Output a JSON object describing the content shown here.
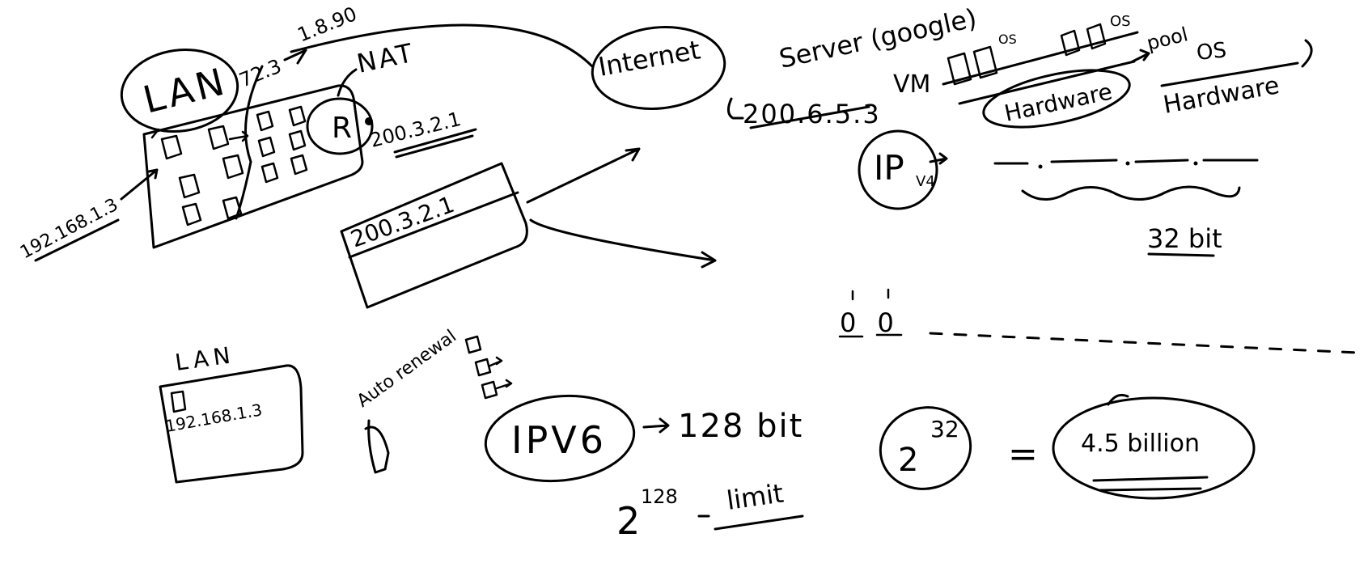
{
  "canvas": {
    "background": "#ffffff",
    "ink_color": "#000000"
  },
  "labels": {
    "lan_top": "LAN",
    "ip_top": "1.8.90",
    "ip_partial": "72.3",
    "nat": "NAT",
    "router": "R",
    "router_ip": "200.3.2.1",
    "lan_ip_left": "192.168.1.3",
    "internet": "Internet",
    "nat_table_ip": "200.3.2.1",
    "server": "Server (google)",
    "server_ip": "200.6.5.3",
    "vm": "VM",
    "vm_os_small": "OS",
    "vm_os_right": "OS",
    "hardware_circled": "Hardware",
    "pool": "pool",
    "os": "OS",
    "hardware_right": "Hardware",
    "ipv4": "IP",
    "ipv4_sub": "V4",
    "bits32": "32 bit",
    "zero_one": "0 0",
    "lan_bottom": "LAN",
    "lan_box_ip": "192.168.1.3",
    "auto_renewal": "Auto renewal",
    "ipv6": "IPV6",
    "bits128": "128 bit",
    "two_128_base": "2",
    "two_128_exp": "128",
    "limit": "limit",
    "two_32_base": "2",
    "two_32_exp": "32",
    "equals": "=",
    "billion": "4.5 billion"
  }
}
